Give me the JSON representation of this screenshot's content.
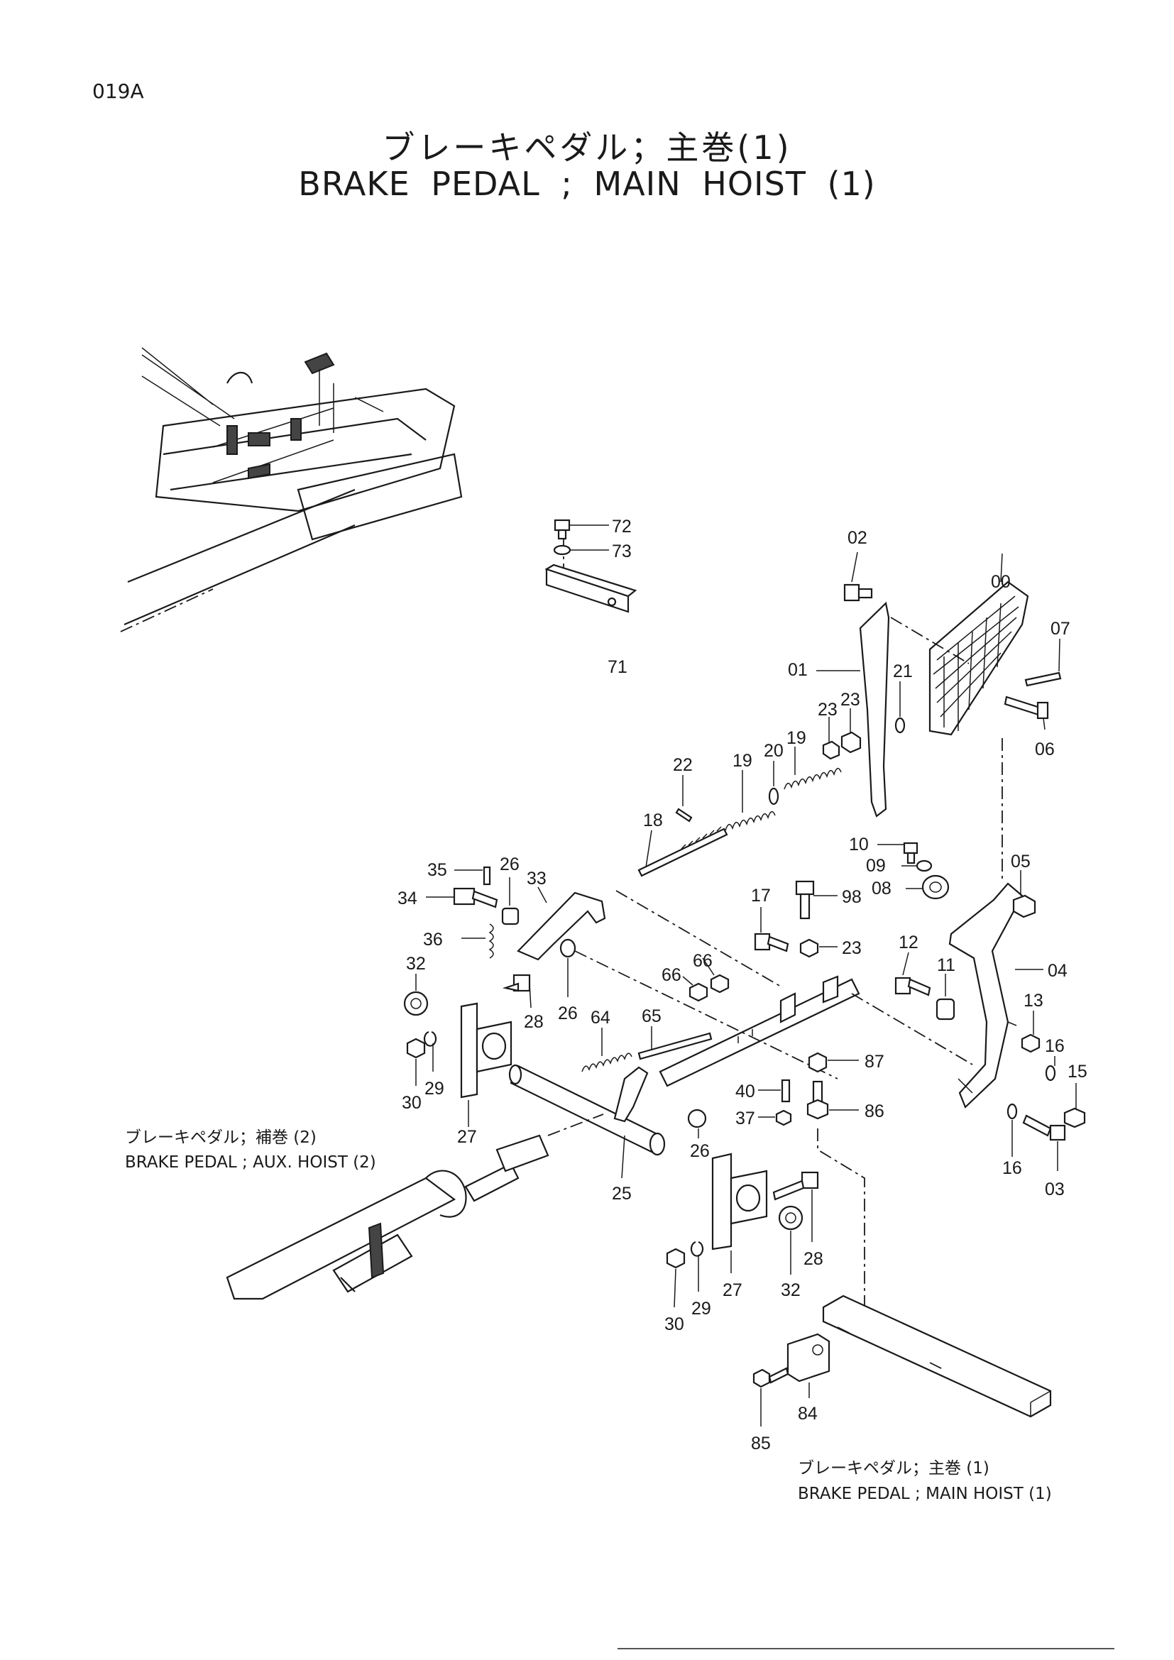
{
  "page_code": "019A",
  "title": {
    "jp": "ブレーキペダル；主巻(1)",
    "en": "BRAKE PEDAL ; MAIN HOIST (1)"
  },
  "captions": {
    "aux_jp": "ブレーキペダル；補巻 (2)",
    "aux_en": "BRAKE PEDAL ; AUX. HOIST (2)",
    "main_jp": "ブレーキペダル；主巻 (1)",
    "main_en": "BRAKE PEDAL ; MAIN HOIST (1)"
  },
  "callouts": [
    "72",
    "73",
    "71",
    "02",
    "00",
    "07",
    "01",
    "21",
    "06",
    "23",
    "23",
    "19",
    "20",
    "19",
    "22",
    "18",
    "10",
    "09",
    "05",
    "08",
    "35",
    "26",
    "33",
    "34",
    "17",
    "98",
    "23",
    "36",
    "12",
    "11",
    "04",
    "32",
    "66",
    "66",
    "28",
    "26",
    "64",
    "65",
    "13",
    "16",
    "15",
    "30",
    "29",
    "40",
    "87",
    "27",
    "37",
    "86",
    "26",
    "16",
    "03",
    "25",
    "28",
    "27",
    "32",
    "30",
    "29",
    "84",
    "85"
  ]
}
